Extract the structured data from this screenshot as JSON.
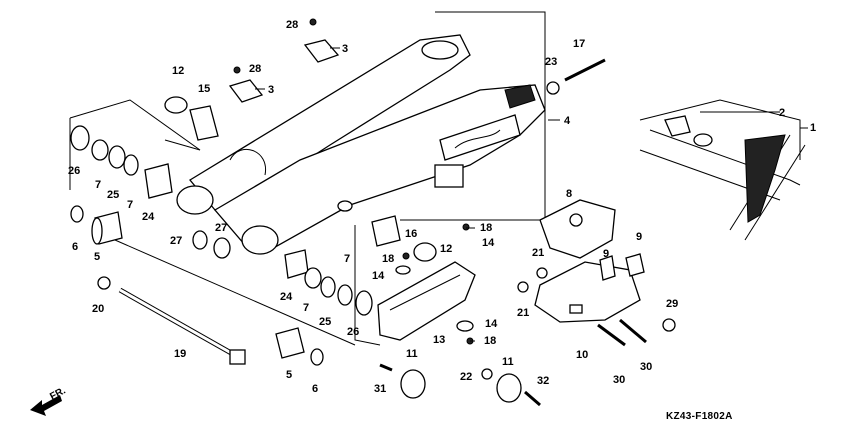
{
  "diagram": {
    "drawing_code": "KZ43-F1802A",
    "direction_label": "FR.",
    "callouts": {
      "c1": "1",
      "c2": "2",
      "c3a": "3",
      "c3b": "3",
      "c4": "4",
      "c5a": "5",
      "c5b": "5",
      "c6a": "6",
      "c6b": "6",
      "c7a": "7",
      "c7b": "7",
      "c7c": "7",
      "c7d": "7",
      "c8": "8",
      "c9a": "9",
      "c9b": "9",
      "c10": "10",
      "c11a": "11",
      "c11b": "11",
      "c12a": "12",
      "c12b": "12",
      "c13": "13",
      "c14a": "14",
      "c14b": "14",
      "c14c": "14",
      "c15": "15",
      "c16": "16",
      "c17": "17",
      "c18a": "18",
      "c18b": "18",
      "c18c": "18",
      "c19": "19",
      "c20": "20",
      "c21a": "21",
      "c21b": "21",
      "c22": "22",
      "c23": "23",
      "c24a": "24",
      "c24b": "24",
      "c25a": "25",
      "c25b": "25",
      "c26a": "26",
      "c26b": "26",
      "c27a": "27",
      "c27b": "27",
      "c28a": "28",
      "c28b": "28",
      "c29": "29",
      "c30a": "30",
      "c30b": "30",
      "c31": "31",
      "c32": "32"
    }
  }
}
